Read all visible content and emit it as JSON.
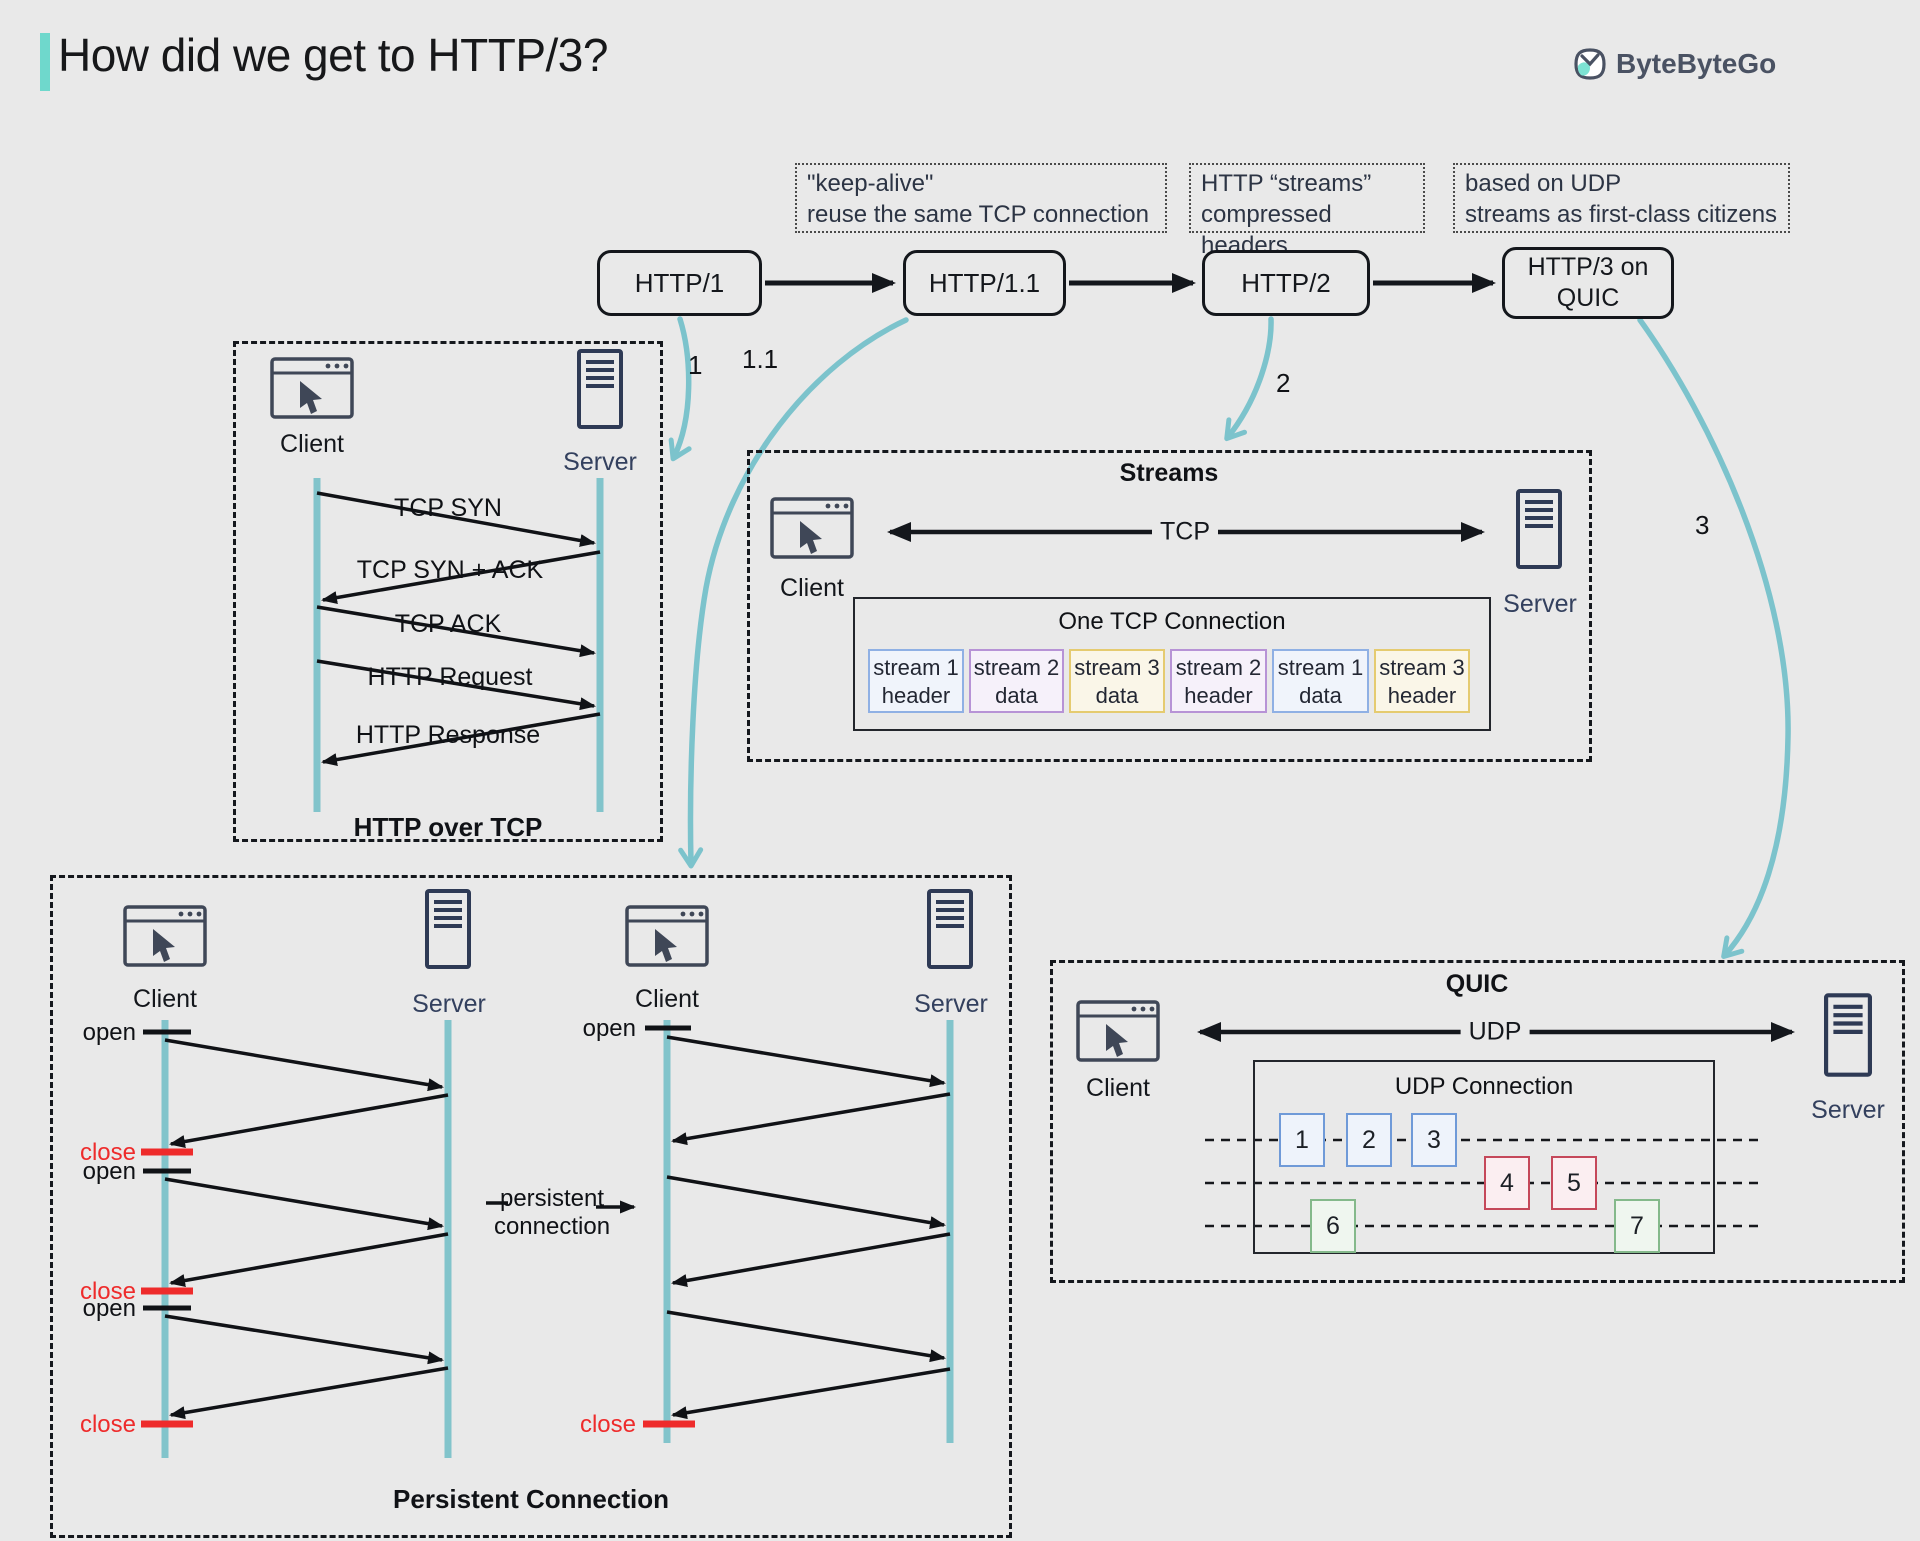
{
  "page": {
    "title": "How did we get to HTTP/3?",
    "brand": "ByteByteGo",
    "colors": {
      "background": "#e9e9e9",
      "accent_teal": "#6fd8cc",
      "curve_teal": "#7cc3cc",
      "lifeline_teal": "#82c4cb",
      "close_red": "#ee2b2b",
      "server_navy": "#2e3a55",
      "stream_blue": "#8fb0e4",
      "stream_purple": "#b793d6",
      "stream_yellow": "#e5cb70",
      "packet_blue": "#6f9ad8",
      "packet_red": "#c5485a",
      "packet_green": "#84b98b"
    }
  },
  "annotations": [
    {
      "lines": [
        "\"keep-alive\"",
        "reuse the same TCP connection"
      ]
    },
    {
      "lines": [
        "HTTP “streams”",
        "compressed headers"
      ]
    },
    {
      "lines": [
        "based on UDP",
        "streams as first-class citizens"
      ]
    }
  ],
  "flow": {
    "nodes": [
      "HTTP/1",
      "HTTP/1.1",
      "HTTP/2",
      "HTTP/3 on QUIC"
    ],
    "branch_labels": [
      "1",
      "1.1",
      "2",
      "3"
    ]
  },
  "http_over_tcp": {
    "title": "HTTP over TCP",
    "client_label": "Client",
    "server_label": "Server",
    "messages": [
      "TCP SYN",
      "TCP SYN + ACK",
      "TCP ACK",
      "HTTP Request",
      "HTTP Response"
    ]
  },
  "streams": {
    "title": "Streams",
    "client_label": "Client",
    "server_label": "Server",
    "transport_label": "TCP",
    "connection_title": "One TCP Connection",
    "cells": [
      {
        "line1": "stream 1",
        "line2": "header",
        "color": "blue"
      },
      {
        "line1": "stream 2",
        "line2": "data",
        "color": "purple"
      },
      {
        "line1": "stream 3",
        "line2": "data",
        "color": "yellow"
      },
      {
        "line1": "stream 2",
        "line2": "header",
        "color": "purple"
      },
      {
        "line1": "stream 1",
        "line2": "data",
        "color": "blue"
      },
      {
        "line1": "stream 3",
        "line2": "header",
        "color": "yellow"
      }
    ]
  },
  "persistent": {
    "title": "Persistent Connection",
    "client_label": "Client",
    "server_label": "Server",
    "open_label": "open",
    "close_label": "close",
    "annotation": {
      "line1": "persistent",
      "line2": "connection"
    }
  },
  "quic": {
    "title": "QUIC",
    "client_label": "Client",
    "server_label": "Server",
    "transport_label": "UDP",
    "connection_title": "UDP Connection",
    "packets": [
      {
        "label": "1",
        "color": "blue"
      },
      {
        "label": "2",
        "color": "blue"
      },
      {
        "label": "3",
        "color": "blue"
      },
      {
        "label": "4",
        "color": "red"
      },
      {
        "label": "5",
        "color": "red"
      },
      {
        "label": "6",
        "color": "green"
      },
      {
        "label": "7",
        "color": "green"
      }
    ]
  }
}
